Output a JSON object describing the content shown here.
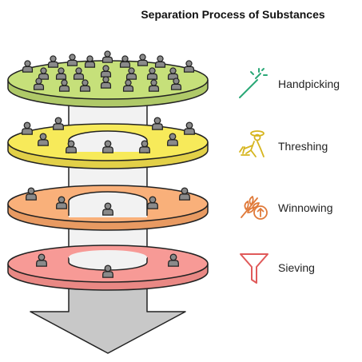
{
  "title": "Separation Process of Substances",
  "stages": [
    {
      "label": "Handpicking",
      "icon": "magic-wand-icon",
      "fill": "#c6e07a",
      "accent": "#2aa876"
    },
    {
      "label": "Threshing",
      "icon": "farmer-threshing-icon",
      "fill": "#f7ea5a",
      "accent": "#d6b51e"
    },
    {
      "label": "Winnowing",
      "icon": "wheat-arrow-up-icon",
      "fill": "#f9b07a",
      "accent": "#e07a3a"
    },
    {
      "label": "Sieving",
      "icon": "funnel-icon",
      "fill": "#f79a96",
      "accent": "#e05a5a"
    }
  ],
  "colors": {
    "person": "#8a8a8a",
    "person_stroke": "#222222",
    "column": "#f2f2f2",
    "arrow": "#c8c8c8"
  }
}
